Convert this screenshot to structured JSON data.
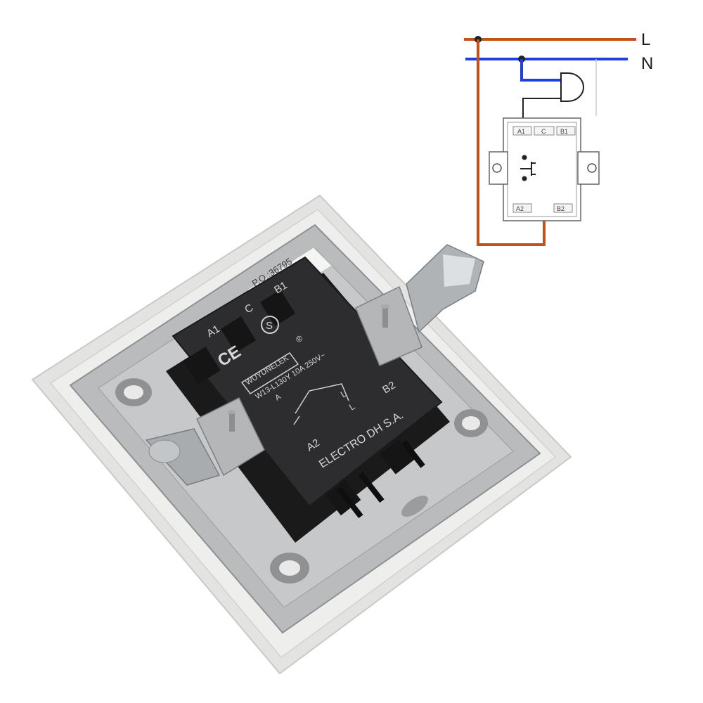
{
  "photo": {
    "po_label": "P.O.:36795",
    "terminals": {
      "a1": "A1",
      "c": "C",
      "b1": "B1",
      "a2": "A2",
      "b2": "B2"
    },
    "ce_mark": "CE",
    "s_mark": "S",
    "brand": "WUYUNELEK",
    "registered": "®",
    "model_line": "W13-L130Y 10A 250V~",
    "symbol_a": "A",
    "symbol_l1": "L",
    "symbol_l2": "L",
    "maker": "ELECTRO DH S.A."
  },
  "diagram": {
    "line_label": "L",
    "neutral_label": "N",
    "terminals": {
      "a1": "A1",
      "c": "C",
      "b1": "B1",
      "a2": "A2",
      "b2": "B2"
    }
  },
  "colors": {
    "live_wire": "#c0521c",
    "neutral_wire": "#1f3fe0",
    "switch_body": "#2b2b2d",
    "frame_metal": "#b9bbbd",
    "plate_white": "#e6e6e4"
  }
}
